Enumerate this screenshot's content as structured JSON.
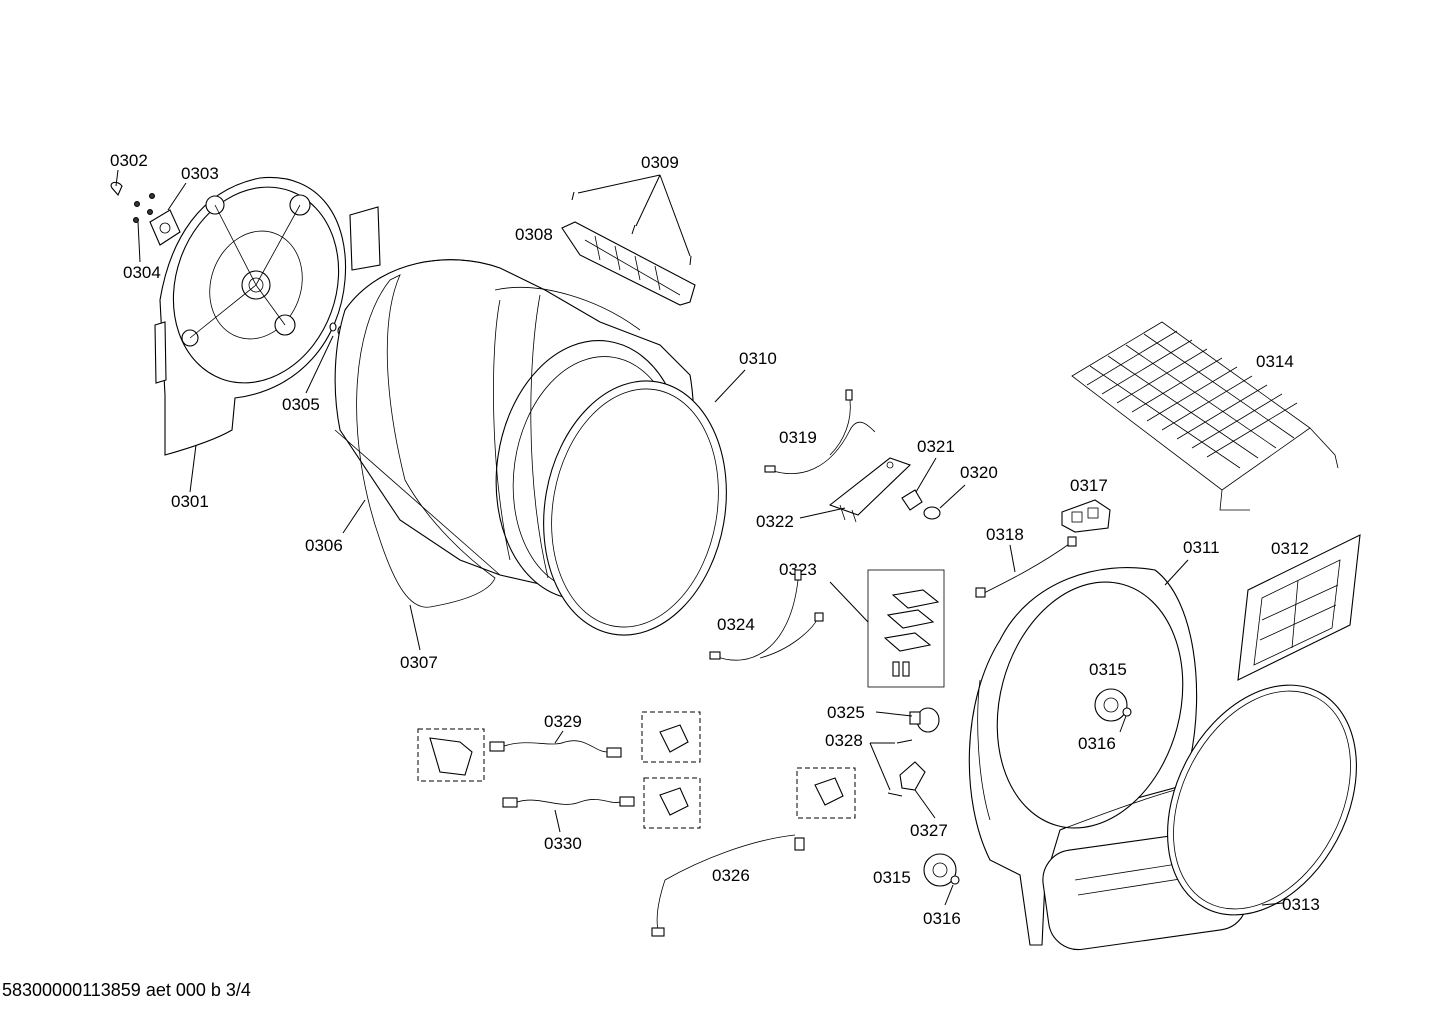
{
  "callouts": {
    "c0301": "0301",
    "c0302": "0302",
    "c0303": "0303",
    "c0304": "0304",
    "c0305": "0305",
    "c0306": "0306",
    "c0307": "0307",
    "c0308": "0308",
    "c0309": "0309",
    "c0310": "0310",
    "c0311": "0311",
    "c0312": "0312",
    "c0313": "0313",
    "c0314": "0314",
    "c0315a": "0315",
    "c0315b": "0315",
    "c0316a": "0316",
    "c0316b": "0316",
    "c0317": "0317",
    "c0318": "0318",
    "c0319": "0319",
    "c0320": "0320",
    "c0321": "0321",
    "c0322": "0322",
    "c0323": "0323",
    "c0324": "0324",
    "c0325": "0325",
    "c0326": "0326",
    "c0327": "0327",
    "c0328": "0328",
    "c0329": "0329",
    "c0330": "0330"
  },
  "footer": "58300000113859 aet 000 b 3/4",
  "colors": {
    "line": "#000000",
    "background": "#ffffff",
    "shade": "#e6e6e6"
  }
}
